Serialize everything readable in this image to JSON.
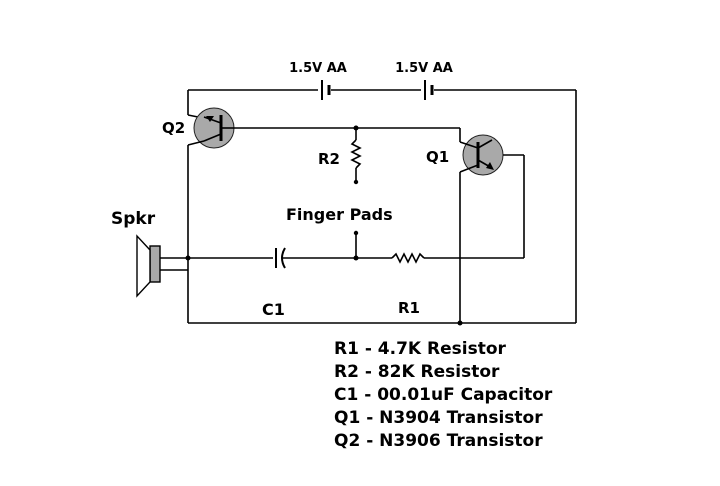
{
  "components": {
    "battery1": "1.5V AA",
    "battery2": "1.5V AA",
    "q1": "Q1",
    "q2": "Q2",
    "r1": "R1",
    "r2": "R2",
    "c1": "C1",
    "speaker": "Spkr",
    "finger_pads": "Finger Pads"
  },
  "legend": [
    "R1 - 4.7K Resistor",
    "R2 - 82K Resistor",
    "C1 - 00.01uF Capacitor",
    "Q1 - N3904 Transistor",
    "Q2 - N3906 Transistor"
  ]
}
